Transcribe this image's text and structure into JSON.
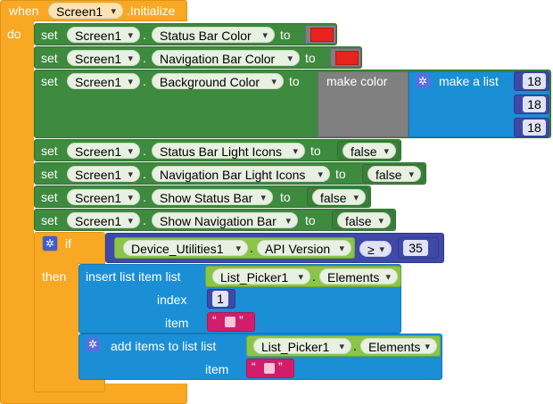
{
  "event": {
    "when": "when",
    "component": "Screen1",
    "event_name": ".Initialize",
    "do": "do"
  },
  "set_blocks": [
    {
      "set": "set",
      "component": "Screen1",
      "property": "Status Bar Color",
      "to": "to",
      "value_color": "#e8221c"
    },
    {
      "set": "set",
      "component": "Screen1",
      "property": "Navigation Bar Color",
      "to": "to",
      "value_color": "#e8221c"
    },
    {
      "set": "set",
      "component": "Screen1",
      "property": "Background Color",
      "to": "to"
    },
    {
      "set": "set",
      "component": "Screen1",
      "property": "Status Bar Light Icons",
      "to": "to",
      "value": "false"
    },
    {
      "set": "set",
      "component": "Screen1",
      "property": "Navigation Bar Light Icons",
      "to": "to",
      "value": "false"
    },
    {
      "set": "set",
      "component": "Screen1",
      "property": "Show Status Bar",
      "to": "to",
      "value": "false"
    },
    {
      "set": "set",
      "component": "Screen1",
      "property": "Show Navigation Bar",
      "to": "to",
      "value": "false"
    }
  ],
  "make_color": {
    "label": "make color",
    "make_list": "make a list",
    "items": [
      "18",
      "18",
      "18"
    ]
  },
  "if_block": {
    "if": "if",
    "then": "then",
    "component": "Device_Utilities1",
    "property": "API Version",
    "op": "≥",
    "value": "35"
  },
  "insert_block": {
    "label": "insert list item  list",
    "component": "List_Picker1",
    "property": "Elements",
    "index_label": "index",
    "index_value": "1",
    "item_label": "item"
  },
  "add_block": {
    "label": "add items to list   list",
    "component": "List_Picker1",
    "property": "Elements",
    "item_label": "item"
  },
  "colors": {
    "event": "#f8a823",
    "set": "#3e8a3e",
    "list": "#1a8fd6",
    "logic": "#3f49a8",
    "component": "#8ac449",
    "text": "#d21d6a",
    "red": "#e8221c"
  },
  "icons": [
    "gear-icon",
    "dropdown-arrow-icon"
  ]
}
